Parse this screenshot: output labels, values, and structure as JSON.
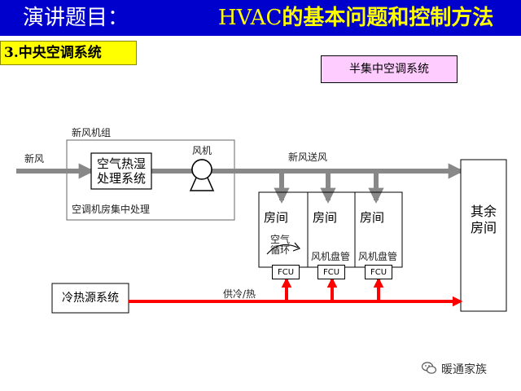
{
  "header": {
    "title": "演讲题目：",
    "topic_latin": "HVAC",
    "topic_rest": "的基本问题和控制方法"
  },
  "section": {
    "label": "3.中央空调系统"
  },
  "system_type": "半集中空调系统",
  "diagram": {
    "fresh_air_unit_label": "新风机组",
    "fresh_air_in_label": "新风",
    "treatment_box": {
      "line1": "空气热湿",
      "line2": "处理系统"
    },
    "fan_label": "风机",
    "machine_room_label": "空调机房集中处理",
    "supply_air_label": "新风送风",
    "rooms": [
      {
        "name": "房间",
        "coil": "",
        "circulation_line1": "空气",
        "circulation_line2": "循环",
        "fcu": "FCU"
      },
      {
        "name": "房间",
        "coil": "风机盘管",
        "fcu": "FCU"
      },
      {
        "name": "房间",
        "coil": "风机盘管",
        "fcu": "FCU"
      }
    ],
    "other_rooms": {
      "line1": "其余",
      "line2": "房间"
    },
    "source_box": "冷热源系统",
    "supply_water_label": "供冷/热",
    "colors": {
      "air_line": "#888888",
      "water_line": "#ff0000",
      "icon_accent": "#000000"
    }
  },
  "watermark": {
    "text": "暖通家族",
    "icon": "wechat-icon"
  }
}
